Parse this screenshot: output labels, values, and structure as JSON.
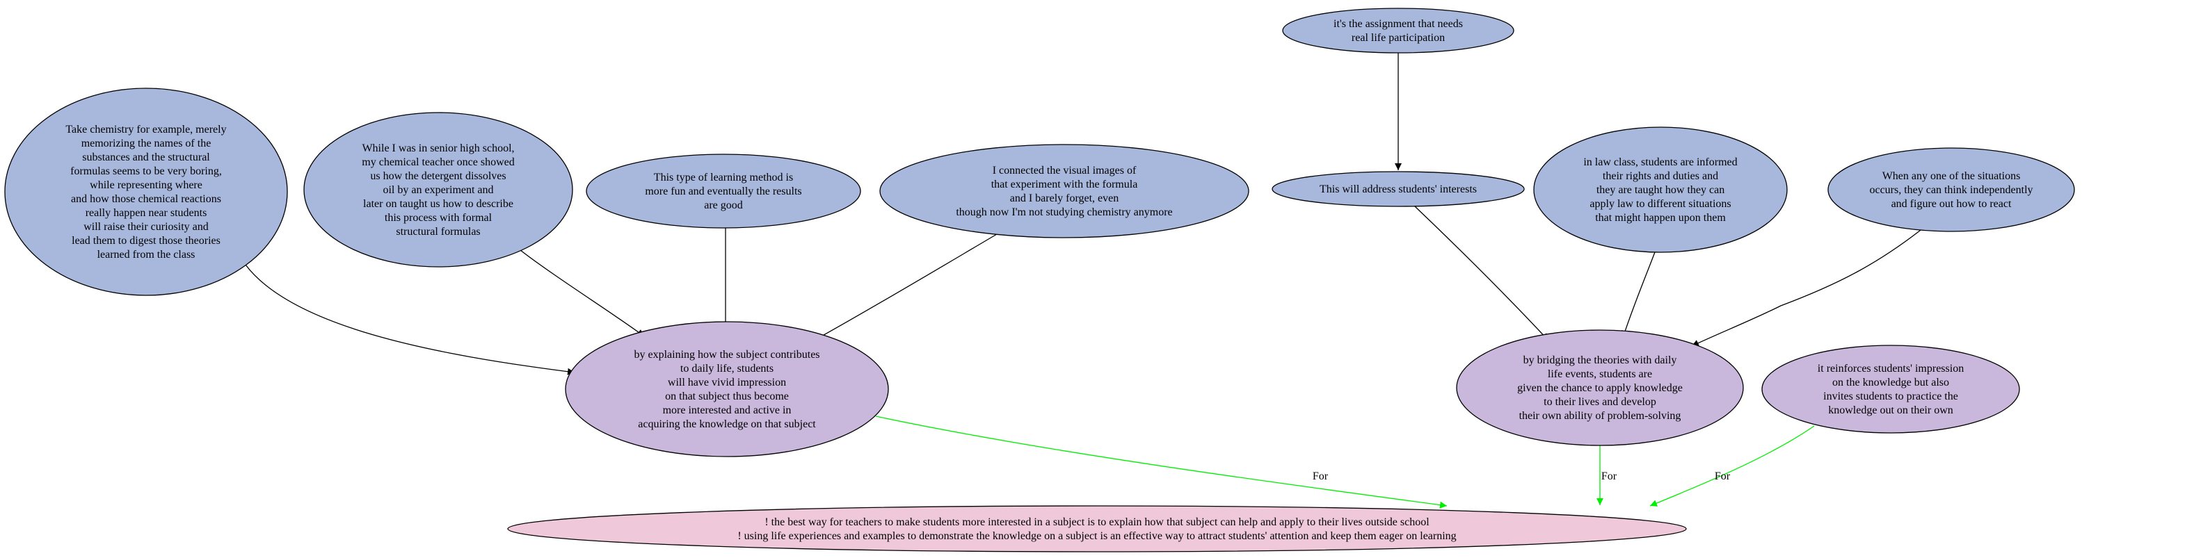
{
  "colors": {
    "evidence": "#a8b8dd",
    "reason": "#c9b8dc",
    "conclusion": "#efc8d9",
    "edge_default": "#000000",
    "edge_support": "#00ee00"
  },
  "nodes": {
    "chem_example": {
      "kind": "evidence",
      "lines": [
        "Take chemistry for example, merely",
        "memorizing the names of the",
        "substances and the structural",
        "formulas seems to be very boring,",
        "while representing where",
        "and how those chemical reactions",
        "really happen near students",
        "will raise their curiosity and",
        "lead them to digest those theories",
        "learned from the class"
      ]
    },
    "teacher_story": {
      "kind": "evidence",
      "lines": [
        "While I was in senior high school,",
        "my chemical teacher once showed",
        "us how the detergent dissolves",
        "oil by an experiment and",
        "later on taught us how to describe",
        "this process with formal",
        "structural formulas"
      ]
    },
    "fun_method": {
      "kind": "evidence",
      "lines": [
        "This type of learning method is",
        "more fun and eventually the results",
        "are good"
      ]
    },
    "visual_images": {
      "kind": "evidence",
      "lines": [
        "I connected the visual images of",
        "that experiment with the formula",
        "and I barely forget, even",
        "though now I'm not studying chemistry anymore"
      ]
    },
    "assignment": {
      "kind": "evidence",
      "lines": [
        "it's the assignment that needs",
        "real life participation"
      ]
    },
    "interests": {
      "kind": "evidence",
      "lines": [
        "This will address students' interests"
      ]
    },
    "law_class": {
      "kind": "evidence",
      "lines": [
        "in law class, students are informed",
        "their rights and duties and",
        "they are taught how they can",
        "apply law to different situations",
        "that might happen upon them"
      ]
    },
    "situations": {
      "kind": "evidence",
      "lines": [
        "When any one of the situations",
        "occurs, they can think independently",
        "and figure out how to react"
      ]
    },
    "explaining": {
      "kind": "reason",
      "lines": [
        "by explaining how the subject contributes",
        "to daily life, students",
        "will have vivid impression",
        "on that subject thus become",
        "more interested and active in",
        "acquiring the knowledge on that subject"
      ]
    },
    "bridging": {
      "kind": "reason",
      "lines": [
        "by bridging the theories with daily",
        "life events, students are",
        "given the chance to apply knowledge",
        "to their lives and develop",
        "their own ability of problem-solving"
      ]
    },
    "reinforces": {
      "kind": "reason",
      "lines": [
        "it reinforces students' impression",
        "on the knowledge but also",
        "invites students to practice the",
        "knowledge out on their own"
      ]
    },
    "conclusion": {
      "kind": "conclusion",
      "lines": [
        "! the best way for teachers to make students more interested in a subject is to explain how that subject can help and apply to their lives outside school",
        "! using life experiences and examples to demonstrate the knowledge on a subject is an effective way to attract students' attention and keep them eager on learning"
      ]
    }
  },
  "edges": [
    {
      "from": "chem_example",
      "to": "explaining",
      "type": "default"
    },
    {
      "from": "teacher_story",
      "to": "explaining",
      "type": "default"
    },
    {
      "from": "fun_method",
      "to": "explaining",
      "type": "default"
    },
    {
      "from": "visual_images",
      "to": "explaining",
      "type": "default"
    },
    {
      "from": "assignment",
      "to": "interests",
      "type": "default"
    },
    {
      "from": "interests",
      "to": "bridging",
      "type": "default"
    },
    {
      "from": "law_class",
      "to": "bridging",
      "type": "default"
    },
    {
      "from": "situations",
      "to": "bridging",
      "type": "default"
    },
    {
      "from": "explaining",
      "to": "conclusion",
      "type": "support",
      "label": "For"
    },
    {
      "from": "bridging",
      "to": "conclusion",
      "type": "support",
      "label": "For"
    },
    {
      "from": "reinforces",
      "to": "conclusion",
      "type": "support",
      "label": "For"
    }
  ]
}
